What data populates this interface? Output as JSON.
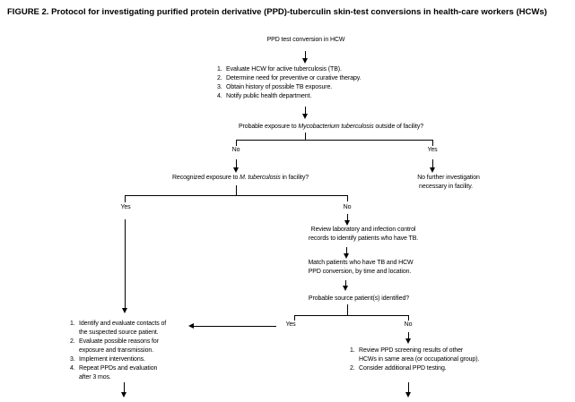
{
  "figure": {
    "title": "FIGURE 2. Protocol for investigating purified protein derivative (PPD)-tuberculin skin-test conversions in health-care workers (HCWs)"
  },
  "flow": {
    "start": "PPD test conversion in HCW",
    "q1": {
      "pre": "Probable exposure to ",
      "it": "Mycobacterium tuberculosis",
      "post": " outside of facility?"
    },
    "q2": {
      "pre": "Recognized exposure to ",
      "it": "M. tuberculosis",
      "post": " in facility?"
    },
    "no_further": {
      "l1": "No further investigation",
      "l2": "necessary in facility."
    },
    "review": {
      "l1": "Review laboratory and infection control",
      "l2": "records to identify patients who have TB."
    },
    "match": {
      "l1": "Match patients who have TB and HCW",
      "l2": "PPD conversion, by time and location."
    },
    "q3": "Probable source patient(s) identified?",
    "labels": {
      "b1_no": "No",
      "b1_yes": "Yes",
      "b2_yes": "Yes",
      "b2_no": "No",
      "b3_yes": "Yes",
      "b3_no": "No"
    }
  },
  "lists": {
    "initial": [
      {
        "m": "1.",
        "t": "Evaluate HCW for active tuberculosis (TB)."
      },
      {
        "m": "2.",
        "t": "Determine need for preventive or curative therapy."
      },
      {
        "m": "3.",
        "t": "Obtain history of possible TB exposure."
      },
      {
        "m": "4.",
        "t": "Notify public health department."
      }
    ],
    "contacts": [
      {
        "m": "1.",
        "t": "Identify and evaluate contacts of"
      },
      {
        "m": "",
        "t": "the suspected source patient."
      },
      {
        "m": "2.",
        "t": "Evaluate possible reasons for"
      },
      {
        "m": "",
        "t": "exposure and transmission."
      },
      {
        "m": "3.",
        "t": "Implement interventions."
      },
      {
        "m": "4.",
        "t": "Repeat PPDs and evaluation"
      },
      {
        "m": "",
        "t": "after 3 mos."
      }
    ],
    "screening": [
      {
        "m": "1.",
        "t": "Review PPD screening results of other"
      },
      {
        "m": "",
        "t": "HCWs in same area (or occupational group)."
      },
      {
        "m": "2.",
        "t": "Consider additional PPD testing."
      }
    ]
  }
}
